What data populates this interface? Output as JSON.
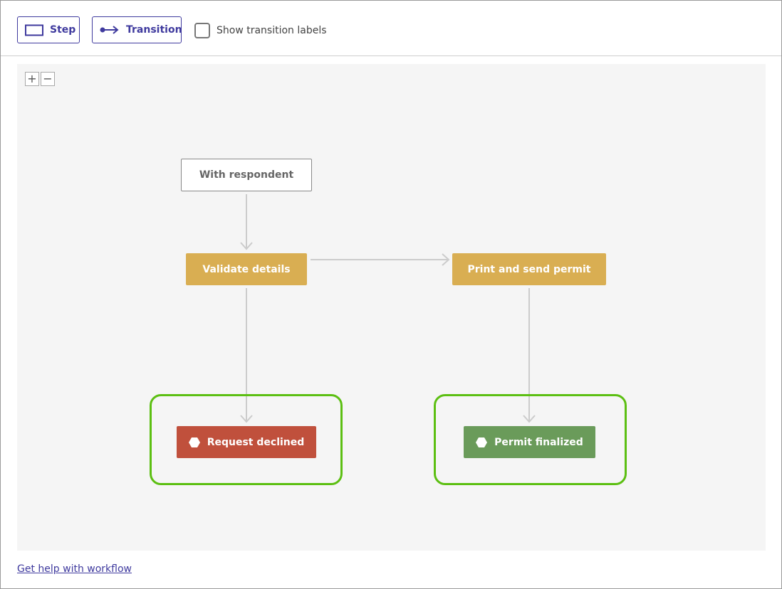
{
  "toolbar": {
    "step_label": "Step",
    "step_icon": "rectangle-icon",
    "transition_label": "Transition",
    "transition_icon": "arrow-connector-icon",
    "show_labels_text": "Show transition labels",
    "show_labels_checked": false
  },
  "canvas": {
    "zoom_in_label": "+",
    "zoom_out_label": "−",
    "background": "#f5f5f5"
  },
  "nodes": {
    "with_respondent": "With respondent",
    "validate_details": "Validate details",
    "print_send_permit": "Print and send permit",
    "request_declined": "Request declined",
    "permit_finalized": "Permit finalized"
  },
  "colors": {
    "accent": "#3f3a9e",
    "step_yellow": "#d9ae52",
    "declined_red": "#c0503c",
    "finalized_green": "#6a9b5a",
    "highlight_green": "#5cbf12",
    "edge_gray": "#cccccc"
  },
  "footer": {
    "help_link": "Get help with workflow"
  }
}
